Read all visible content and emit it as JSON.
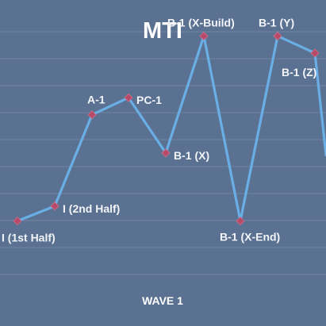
{
  "chart_data": {
    "type": "line",
    "title": "MTI",
    "xlabel": "WAVE 1",
    "ylabel": "",
    "grid": true,
    "ylim": [
      0,
      100
    ],
    "colors": {
      "background": "#5a7191",
      "line": "#6aaee6",
      "marker": "#b64a68",
      "grid": "#8497b2",
      "text": "#ffffff"
    },
    "points": [
      {
        "label": "I (1st Half)",
        "x": 1,
        "y": 5
      },
      {
        "label": "I (2nd Half)",
        "x": 2,
        "y": 12
      },
      {
        "label": "A-1",
        "x": 3,
        "y": 55
      },
      {
        "label": "PC-1",
        "x": 4,
        "y": 63
      },
      {
        "label": "B-1 (X)",
        "x": 5,
        "y": 37
      },
      {
        "label": "B-1 (X-Build)",
        "x": 6,
        "y": 92
      },
      {
        "label": "B-1 (X-End)",
        "x": 7,
        "y": 5
      },
      {
        "label": "B-1 (Y)",
        "x": 8,
        "y": 92
      },
      {
        "label": "B-1 (Z)",
        "x": 9,
        "y": 84
      }
    ]
  }
}
